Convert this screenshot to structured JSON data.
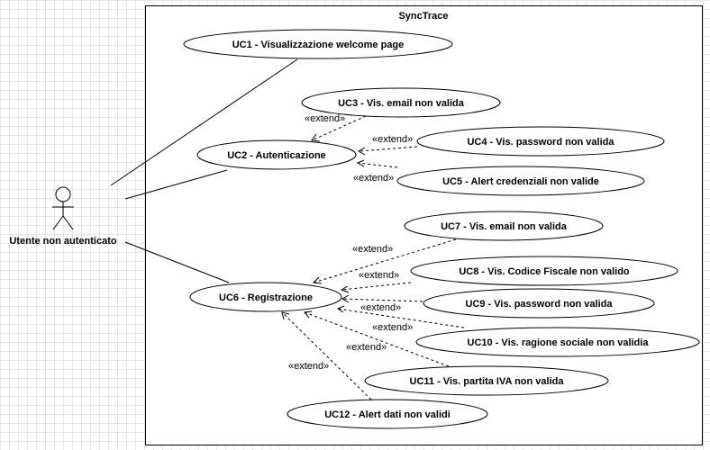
{
  "system": {
    "title": "SyncTrace"
  },
  "actor": {
    "label": "Utente non autenticato"
  },
  "use_cases": [
    {
      "id": "uc1",
      "label": "UC1 - Visualizzazione welcome page"
    },
    {
      "id": "uc2",
      "label": "UC2 - Autenticazione"
    },
    {
      "id": "uc3",
      "label": "UC3 - Vis. email non valida"
    },
    {
      "id": "uc4",
      "label": "UC4 - Vis. password non valida"
    },
    {
      "id": "uc5",
      "label": "UC5 - Alert credenziali non valide"
    },
    {
      "id": "uc6",
      "label": "UC6 - Registrazione"
    },
    {
      "id": "uc7",
      "label": "UC7 - Vis. email non valida"
    },
    {
      "id": "uc8",
      "label": "UC8 - Vis. Codice Fiscale non valido"
    },
    {
      "id": "uc9",
      "label": "UC9 - Vis. password non valida"
    },
    {
      "id": "uc10",
      "label": "UC10 - Vis. ragione sociale non validia"
    },
    {
      "id": "uc11",
      "label": "UC11 - Vis. partita IVA non valida"
    },
    {
      "id": "uc12",
      "label": "UC12 - Alert dati non validi"
    }
  ],
  "associations": [
    {
      "from": "actor",
      "to": "uc1"
    },
    {
      "from": "actor",
      "to": "uc2"
    },
    {
      "from": "actor",
      "to": "uc6"
    }
  ],
  "extends": [
    {
      "from": "uc3",
      "to": "uc2",
      "label": "«extend»"
    },
    {
      "from": "uc4",
      "to": "uc2",
      "label": "«extend»"
    },
    {
      "from": "uc5",
      "to": "uc2",
      "label": "«extend»"
    },
    {
      "from": "uc7",
      "to": "uc6",
      "label": "«extend»"
    },
    {
      "from": "uc8",
      "to": "uc6",
      "label": "«extend»"
    },
    {
      "from": "uc9",
      "to": "uc6",
      "label": "«extend»"
    },
    {
      "from": "uc10",
      "to": "uc6",
      "label": "«extend»"
    },
    {
      "from": "uc11",
      "to": "uc6",
      "label": "«extend»"
    },
    {
      "from": "uc12",
      "to": "uc6",
      "label": "«extend»"
    }
  ]
}
